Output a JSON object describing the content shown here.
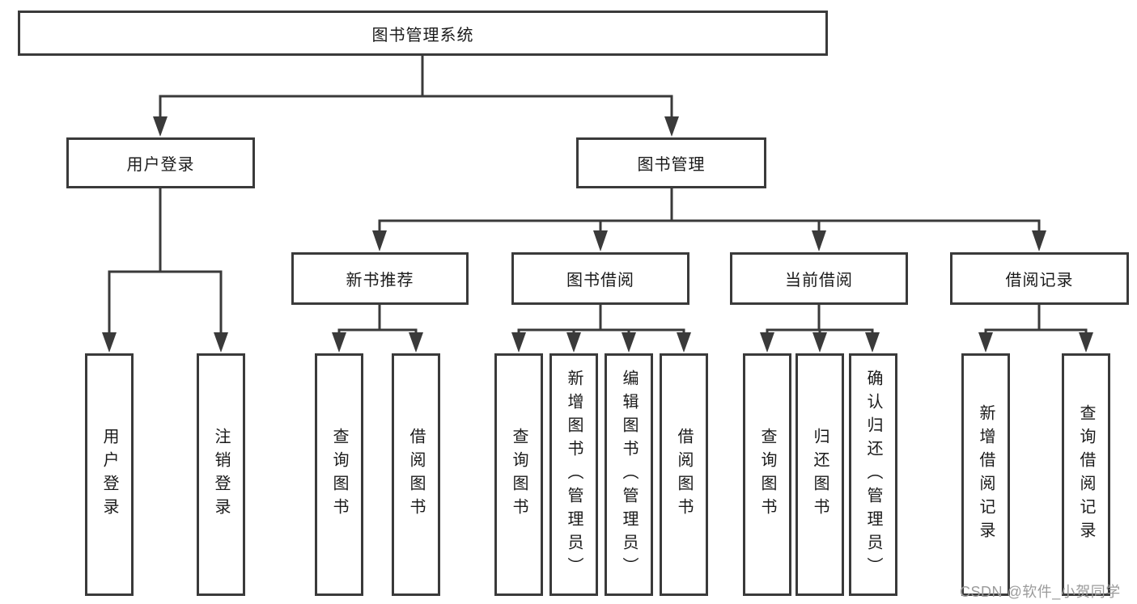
{
  "diagram": {
    "title": "图书管理系统",
    "watermark": "CSDN @软件_小贺同学",
    "colors": {
      "line": "#3a3a3a",
      "box_border": "#3a3a3a",
      "box_fill": "#ffffff",
      "text": "#1a1a1a",
      "watermark": "#9b9b9b",
      "background": "#ffffff"
    },
    "level2": [
      {
        "label": "用户登录"
      },
      {
        "label": "图书管理"
      }
    ],
    "level3": [
      {
        "label": "新书推荐",
        "parent": "图书管理"
      },
      {
        "label": "图书借阅",
        "parent": "图书管理"
      },
      {
        "label": "当前借阅",
        "parent": "图书管理"
      },
      {
        "label": "借阅记录",
        "parent": "图书管理"
      }
    ],
    "leaves": [
      {
        "label": "用户登录",
        "parent": "用户登录"
      },
      {
        "label": "注销登录",
        "parent": "用户登录"
      },
      {
        "label": "查询图书",
        "parent": "新书推荐"
      },
      {
        "label": "借阅图书",
        "parent": "新书推荐"
      },
      {
        "label": "查询图书",
        "parent": "图书借阅"
      },
      {
        "label": "新增图书（管理员）",
        "parent": "图书借阅"
      },
      {
        "label": "编辑图书（管理员）",
        "parent": "图书借阅"
      },
      {
        "label": "借阅图书",
        "parent": "图书借阅"
      },
      {
        "label": "查询图书",
        "parent": "当前借阅"
      },
      {
        "label": "归还图书",
        "parent": "当前借阅"
      },
      {
        "label": "确认归还（管理员）",
        "parent": "当前借阅"
      },
      {
        "label": "新增借阅记录",
        "parent": "借阅记录"
      },
      {
        "label": "查询借阅记录",
        "parent": "借阅记录"
      }
    ]
  }
}
